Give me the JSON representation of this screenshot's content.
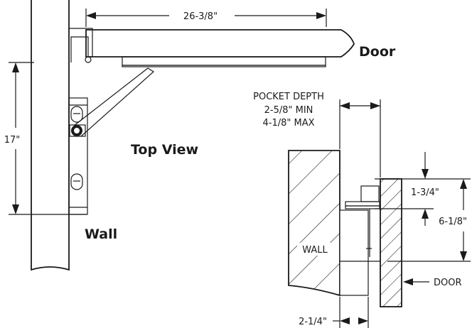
{
  "top_view": {
    "title": "Top View",
    "door_label": "Door",
    "wall_label": "Wall",
    "width_dimension": "26-3/8\"",
    "height_dimension": "17\""
  },
  "section_view": {
    "pocket_depth_label": "POCKET DEPTH",
    "pocket_min": "2-5/8\" MIN",
    "pocket_max": "4-1/8\" MAX",
    "bracket_dimension": "1-3/4\"",
    "overall_dimension": "6-1/8\"",
    "wall_label": "WALL",
    "door_label": "DOOR",
    "offset_dimension": "2-1/4\""
  }
}
